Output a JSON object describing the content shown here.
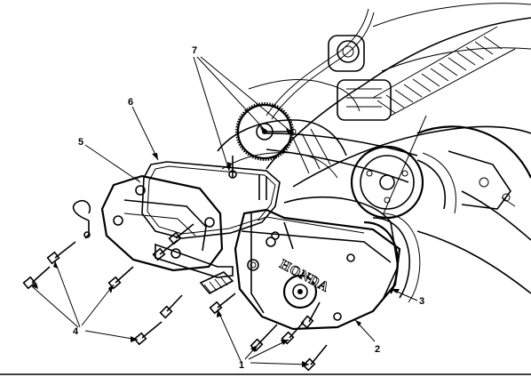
{
  "callouts": {
    "c1": "1",
    "c2": "2",
    "c3": "3",
    "c4": "4",
    "c5": "5",
    "c6": "6",
    "c7": "7"
  },
  "cover_brand": "HONDA",
  "colors": {
    "ink": "#000000",
    "paper": "#ffffff"
  }
}
